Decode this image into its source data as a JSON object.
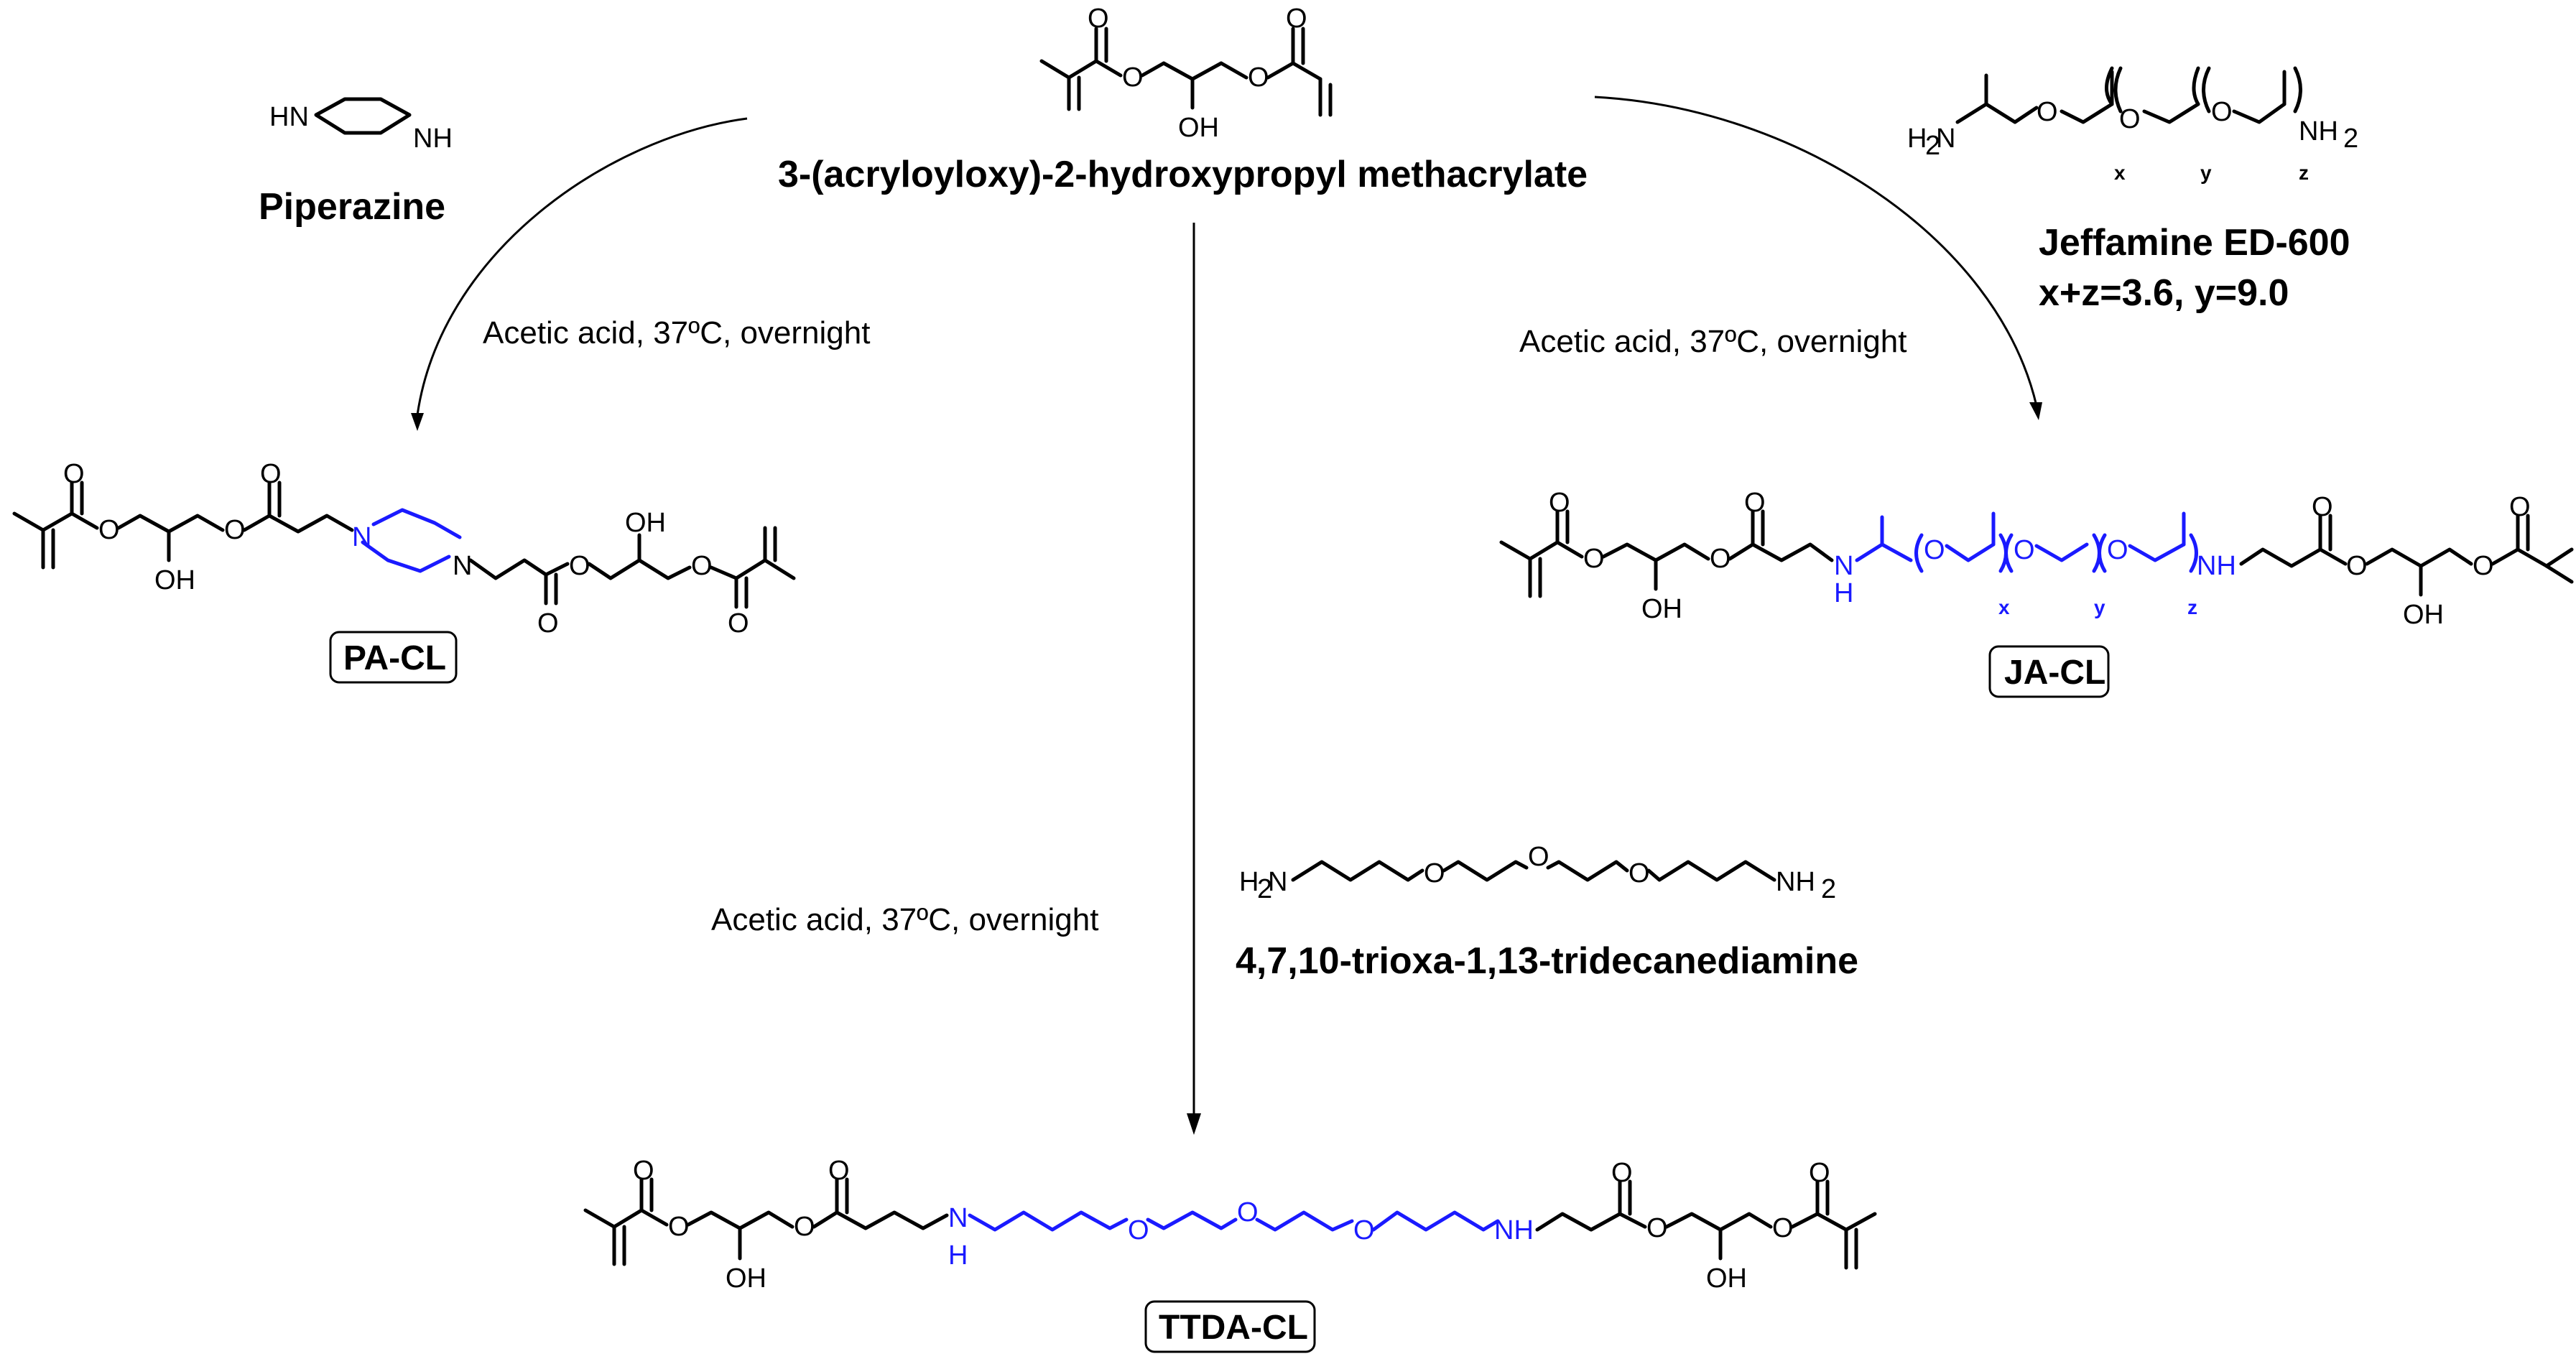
{
  "center_reagent": {
    "name": "3-(acryloyloxy)-2-hydroxypropyl methacrylate",
    "atoms": {
      "o1": "O",
      "o2": "O",
      "o3": "O",
      "o4": "O",
      "oh": "OH"
    }
  },
  "piperazine": {
    "name": "Piperazine",
    "atoms": {
      "hn": "HN",
      "nh": "NH"
    }
  },
  "jeffamine": {
    "name": "Jeffamine ED-600",
    "composition": "x+z=3.6, y=9.0",
    "atoms": {
      "h2n": "H",
      "h2n_sub": "2",
      "h2n_n": "N",
      "o": "O",
      "nh2": "NH",
      "nh2_sub": "2"
    },
    "indices": {
      "x": "x",
      "y": "y",
      "z": "z"
    }
  },
  "ttd_amine": {
    "name": "4,7,10-trioxa-1,13-tridecanediamine",
    "atoms": {
      "h2n": "H",
      "h2n_sub": "2",
      "h2n_n": "N",
      "o": "O",
      "nh2": "NH",
      "nh2_sub": "2"
    }
  },
  "conditions": {
    "left": "Acetic acid, 37ºC, overnight",
    "right": "Acetic acid, 37ºC, overnight",
    "down": "Acetic acid, 37ºC, overnight"
  },
  "products": {
    "pa_cl": {
      "label": "PA-CL",
      "atoms": {
        "o": "O",
        "oh": "OH",
        "n": "N"
      }
    },
    "ja_cl": {
      "label": "JA-CL",
      "atoms": {
        "o": "O",
        "oh": "OH",
        "n": "N",
        "h": "H",
        "nh": "NH"
      },
      "indices": {
        "x": "x",
        "y": "y",
        "z": "z"
      }
    },
    "ttda_cl": {
      "label": "TTDA-CL",
      "atoms": {
        "o": "O",
        "oh": "OH",
        "n": "N",
        "h": "H",
        "nh": "NH"
      }
    }
  },
  "colors": {
    "ink": "#000000",
    "highlight": "#1a1aff"
  }
}
